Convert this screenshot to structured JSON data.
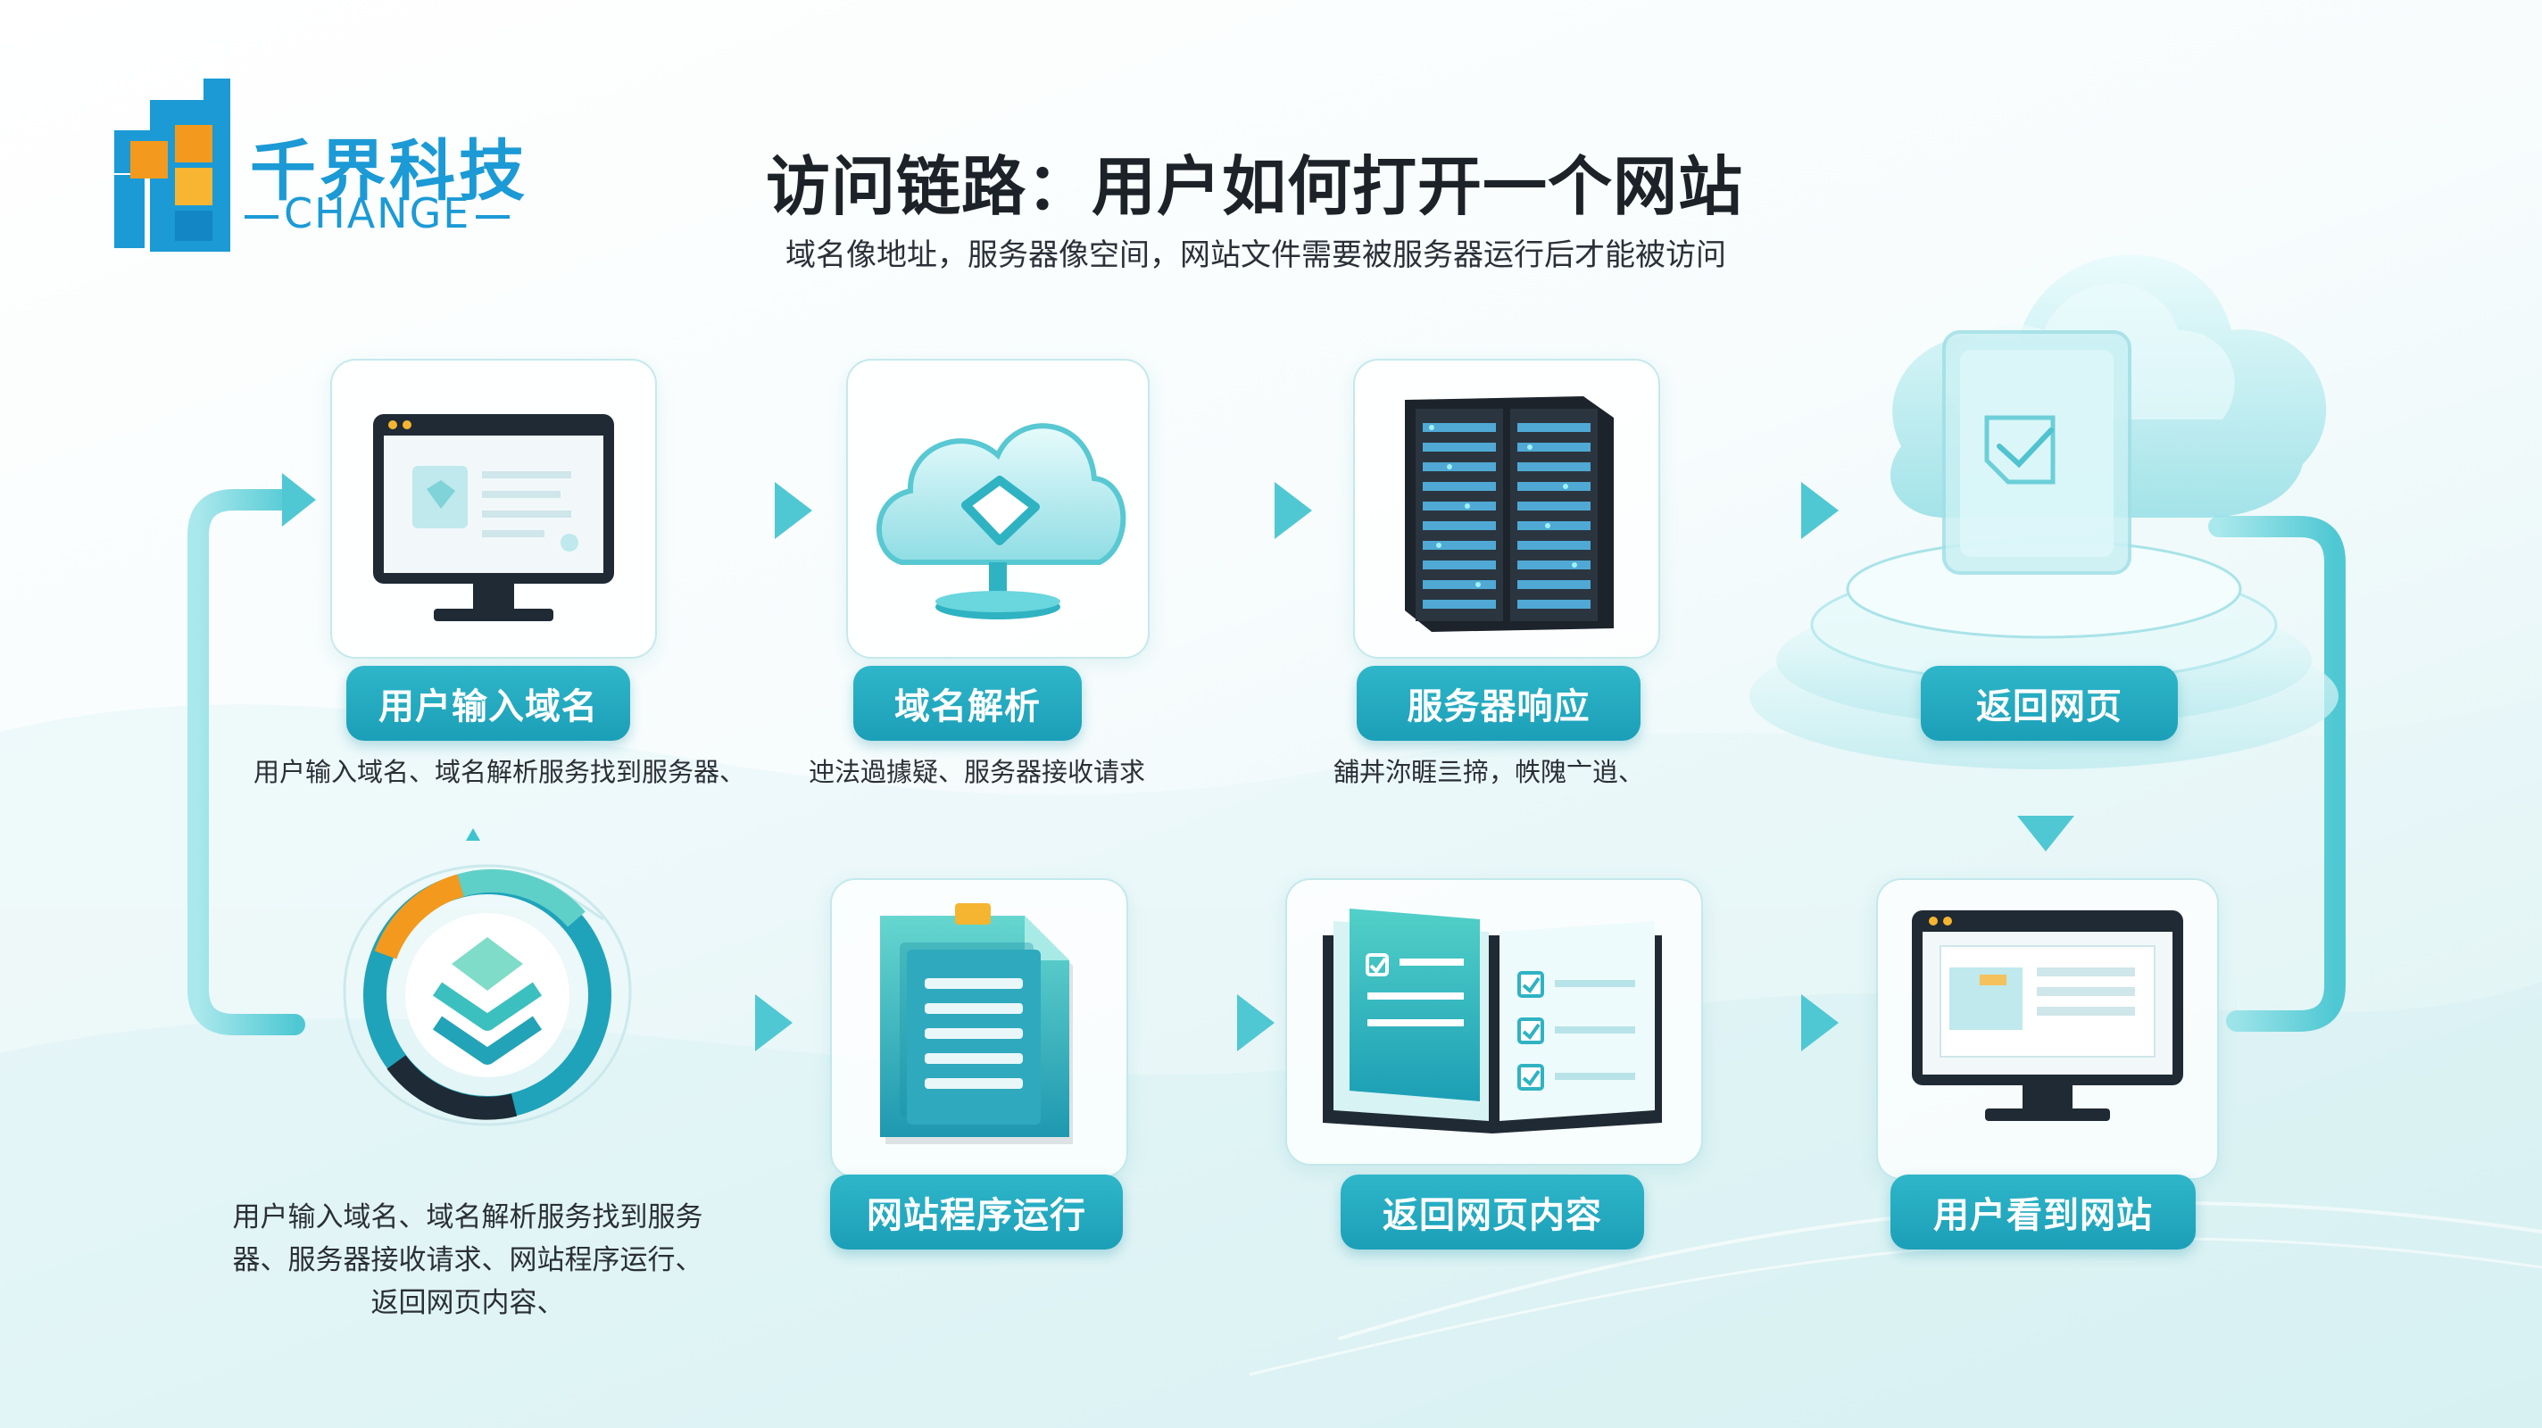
{
  "logo": {
    "name_cn": "千界科技",
    "name_en": "CHANGE"
  },
  "title": "访问链路：用户如何打开一个网站",
  "subtitle": "域名像地址，服务器像空间，网站文件需要被服务器运行后才能被访问",
  "top_row": [
    {
      "label": "用户输入域名",
      "caption": "用户输入域名、域名解析服务找到服务器、"
    },
    {
      "label": "域名解析",
      "caption": "迚法過據疑、服务器接收请求"
    },
    {
      "label": "服务器响应",
      "caption": "舖丼沵睚亖揥，帙隗亠逍、"
    },
    {
      "label": "返回网页"
    }
  ],
  "bottom_row": [
    {
      "caption_lines": [
        "用户输入域名、域名解析服务找到服务",
        "器、服务器接收请求、网站程序运行、",
        "返回网页内容、"
      ]
    },
    {
      "label": "网站程序运行"
    },
    {
      "label": "返回网页内容"
    },
    {
      "label": "用户看到网站"
    }
  ],
  "colors": {
    "accent": "#1fa8bf",
    "logo_blue": "#1b9ad6",
    "logo_orange": "#f39a1e",
    "arrow": "#5dcfd8"
  },
  "icons": [
    "monitor-icon",
    "cloud-icon",
    "server-rack-icon",
    "cloud-platform-icon",
    "cycle-download-icon",
    "document-icon",
    "checklist-book-icon",
    "browser-monitor-icon"
  ]
}
